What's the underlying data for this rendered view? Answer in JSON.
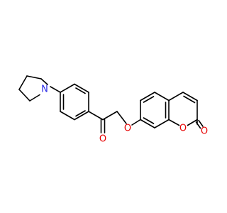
{
  "molecule": {
    "atoms": {
      "n1": {
        "symbol": "N",
        "color": "#2a2ae6"
      },
      "o_ketone": {
        "symbol": "O",
        "color": "#e60000"
      },
      "o_ether": {
        "symbol": "O",
        "color": "#e60000"
      },
      "o_ring": {
        "symbol": "O",
        "color": "#e60000"
      },
      "o_lactone": {
        "symbol": "O",
        "color": "#e60000"
      }
    },
    "bond_color": "#000000",
    "background": "#ffffff"
  }
}
